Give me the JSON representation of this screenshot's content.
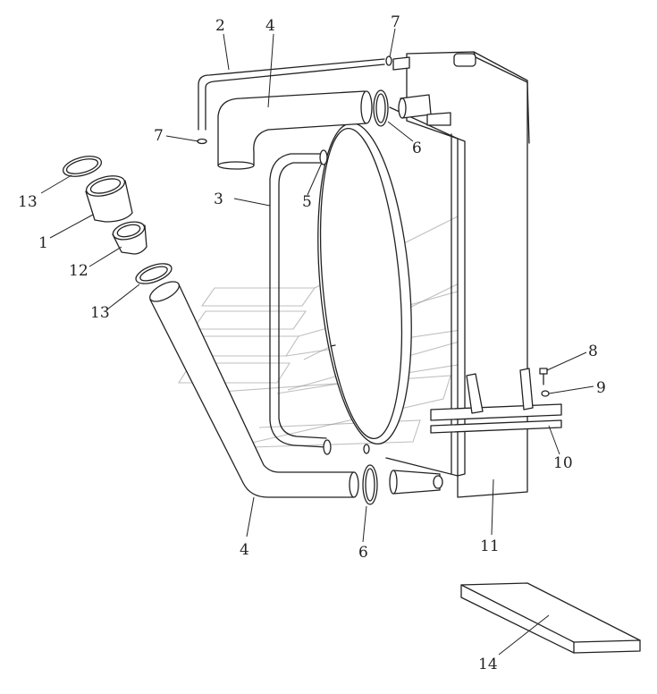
{
  "callouts": [
    {
      "id": "c1",
      "label": "1"
    },
    {
      "id": "c2",
      "label": "2"
    },
    {
      "id": "c3",
      "label": "3"
    },
    {
      "id": "c4a",
      "label": "4"
    },
    {
      "id": "c4b",
      "label": "4"
    },
    {
      "id": "c5",
      "label": "5"
    },
    {
      "id": "c6a",
      "label": "6"
    },
    {
      "id": "c6b",
      "label": "6"
    },
    {
      "id": "c7a",
      "label": "7"
    },
    {
      "id": "c7b",
      "label": "7"
    },
    {
      "id": "c8",
      "label": "8"
    },
    {
      "id": "c9",
      "label": "9"
    },
    {
      "id": "c10",
      "label": "10"
    },
    {
      "id": "c11",
      "label": "11"
    },
    {
      "id": "c12",
      "label": "12"
    },
    {
      "id": "c13a",
      "label": "13"
    },
    {
      "id": "c13b",
      "label": "13"
    },
    {
      "id": "c14",
      "label": "14"
    }
  ]
}
